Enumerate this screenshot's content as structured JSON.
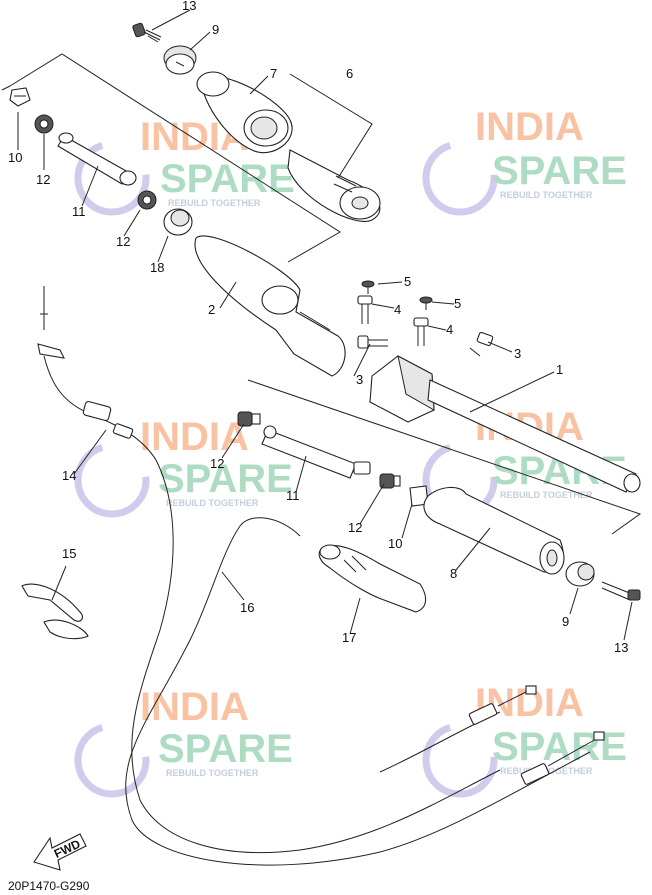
{
  "diagram": {
    "drawing_code": "20P1470-G290",
    "fwd_label": "FWD",
    "callouts": [
      "13",
      "9",
      "7",
      "6",
      "10",
      "12",
      "11",
      "12",
      "18",
      "2",
      "5",
      "4",
      "5",
      "4",
      "3",
      "3",
      "1",
      "12",
      "11",
      "12",
      "10",
      "8",
      "14",
      "15",
      "16",
      "17",
      "9",
      "13"
    ]
  },
  "watermark": {
    "line1": "INDIA",
    "line2": "SPARE",
    "tagline": "REBUILD TOGETHER",
    "colors": {
      "india": "#f7b894",
      "spare": "#9fd6b9",
      "tagline": "#b9c6d9",
      "icon": "#c9c3ea"
    }
  }
}
